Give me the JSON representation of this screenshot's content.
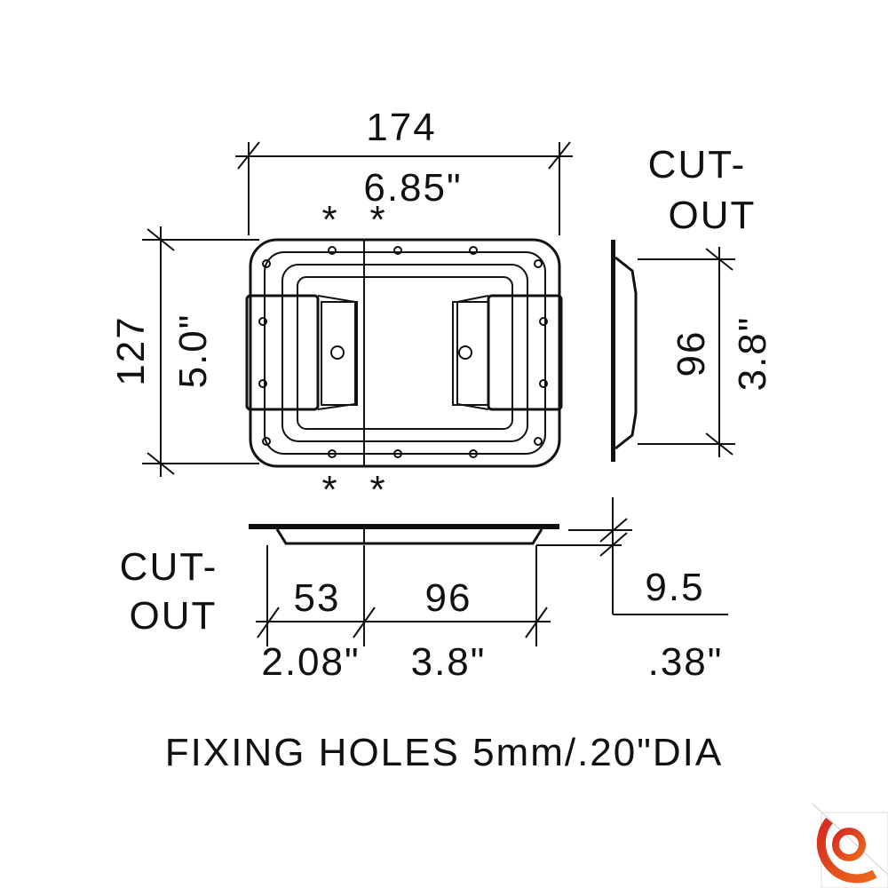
{
  "top_view": {
    "width_mm": "174",
    "width_in": "6.85\"",
    "height_mm": "127",
    "height_in": "5.0\"",
    "marker": "*"
  },
  "side_view": {
    "label_line1": "CUT-",
    "label_line2": "OUT",
    "cutout_mm": "96",
    "cutout_in": "3.8\""
  },
  "bottom_view": {
    "label_line1": "CUT-",
    "label_line2": "OUT",
    "offset_mm": "53",
    "offset_in": "2.08\"",
    "cutout_mm": "96",
    "cutout_in": "3.8\"",
    "depth_mm": "9.5",
    "depth_in": ".38\""
  },
  "footer_note": "FIXING HOLES 5mm/.20\"DIA",
  "logo": {
    "colors": [
      "#d42a22",
      "#ec6a1c"
    ]
  }
}
